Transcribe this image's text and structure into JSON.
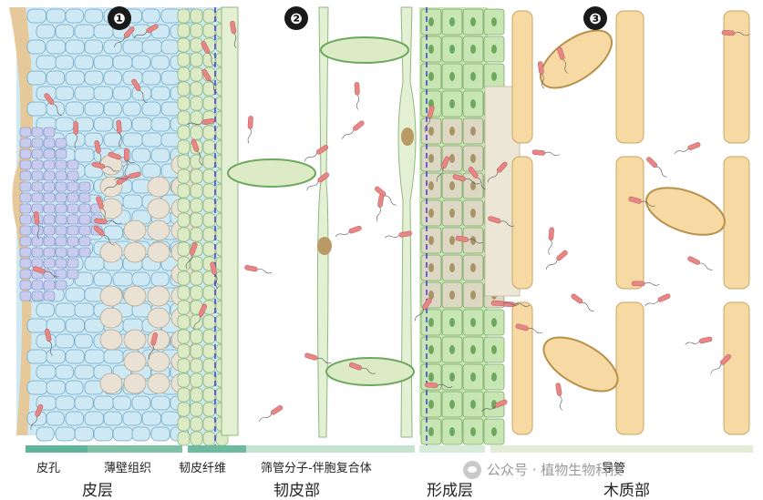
{
  "markers": [
    "❶",
    "❷",
    "❸"
  ],
  "labels": {
    "lenticel": "皮孔",
    "parenchyma": "薄壁组织",
    "phloem_fiber": "韧皮纤维",
    "sieve_complex": "筛管分子-伴胞复合体",
    "vessel": "导管",
    "cortex": "皮层",
    "phloem": "韧皮部",
    "cambium": "形成层",
    "xylem": "木质部"
  },
  "watermark": "公众号 · 植物生物科技",
  "colors": {
    "cortex_cells": "#cfe9f4",
    "lenticel_cells": "#c8cdee",
    "parenchyma_cells": "#e8e1d4",
    "fiber_cells": "#dcebc6",
    "sieve_tube": "#e3f0d3",
    "cambium": "#c7e6b3",
    "xylem_vessel": "#f7d9a4",
    "bacteria": "#e88585",
    "boundary_line": "#3b3bd9",
    "bar_dark": "#5fb59a",
    "bar_light": "#c5e3cf",
    "bar_pale": "#e3ecd4"
  }
}
